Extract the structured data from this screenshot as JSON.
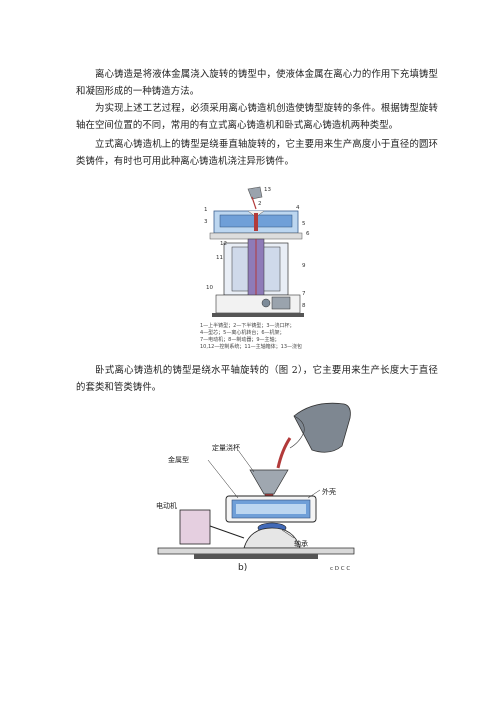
{
  "paragraphs": [
    "离心铸造是将液体金属浇入旋转的铸型中，使液体金属在离心力的作用下充填铸型和凝固形成的一种铸造方法。",
    "为实现上述工艺过程，必须采用离心铸造机创造使铸型旋转的条件。根据铸型旋转轴在空间位置的不同，常用的有立式离心铸造机和卧式离心铸造机两种类型。",
    "立式离心铸造机上的铸型是绕垂直轴旋转的，它主要用来生产高度小于直径的圆环类铸件，有时也可用此种离心铸造机浇注异形铸件。",
    "卧式离心铸造机的铸型是绕水平轴旋转的（图 2），它主要用来生产长度大于直径的套类和管类铸件。"
  ],
  "figure1": {
    "numbers": [
      "13",
      "1",
      "2",
      "3",
      "4",
      "5",
      "6",
      "12",
      "11",
      "10",
      "7",
      "8",
      "9"
    ],
    "caption_lines": [
      "1—上半铸型；2—下半铸型；3—浇口杯；",
      "4—型芯；5—离心机转台；6—机架；",
      "7—电动机；8—制动器；9—主轴；",
      "10,12—控制系统；11—主轴箱体；13—浇包"
    ]
  },
  "figure2": {
    "labels": {
      "mold": "金属型",
      "pour_cup": "定量浇杯",
      "shell": "外壳",
      "motor": "电动机",
      "bearing": "轴承"
    },
    "sublabel": "b)",
    "corner_text": "c  D C C"
  },
  "colors": {
    "mold_blue": "#6f9fd8",
    "light_blue": "#bcd6f0",
    "metal_red": "#b23a3a",
    "gray": "#8a8a8a"
  }
}
